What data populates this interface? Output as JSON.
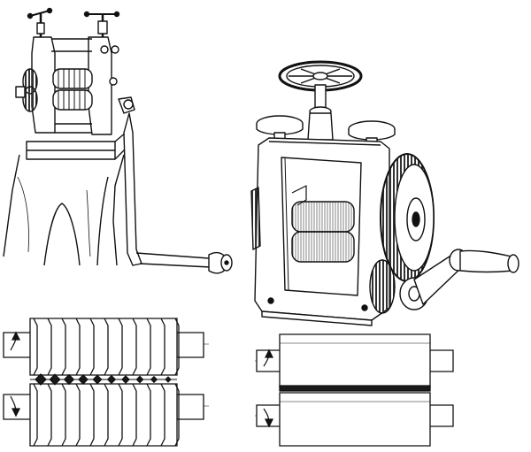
{
  "figure": {
    "panels": [
      {
        "id": "hand-rolling-mill-on-stump",
        "kind": "line-illustration"
      },
      {
        "id": "geared-rolling-mill-with-handwheel",
        "kind": "line-illustration"
      },
      {
        "id": "grooved-wire-rollers",
        "kind": "schematic"
      },
      {
        "id": "flat-sheet-rollers",
        "kind": "schematic"
      }
    ],
    "colors": {
      "ink": "#111111",
      "paper": "#ffffff",
      "shade": "#9a9a9a",
      "hatch": "#555555",
      "gap": "#1a1a1a"
    },
    "icons": [
      "rotation-arrow-up",
      "rotation-arrow-down",
      "crank-handle",
      "handwheel",
      "gear-wheel",
      "adjustment-screw"
    ]
  }
}
